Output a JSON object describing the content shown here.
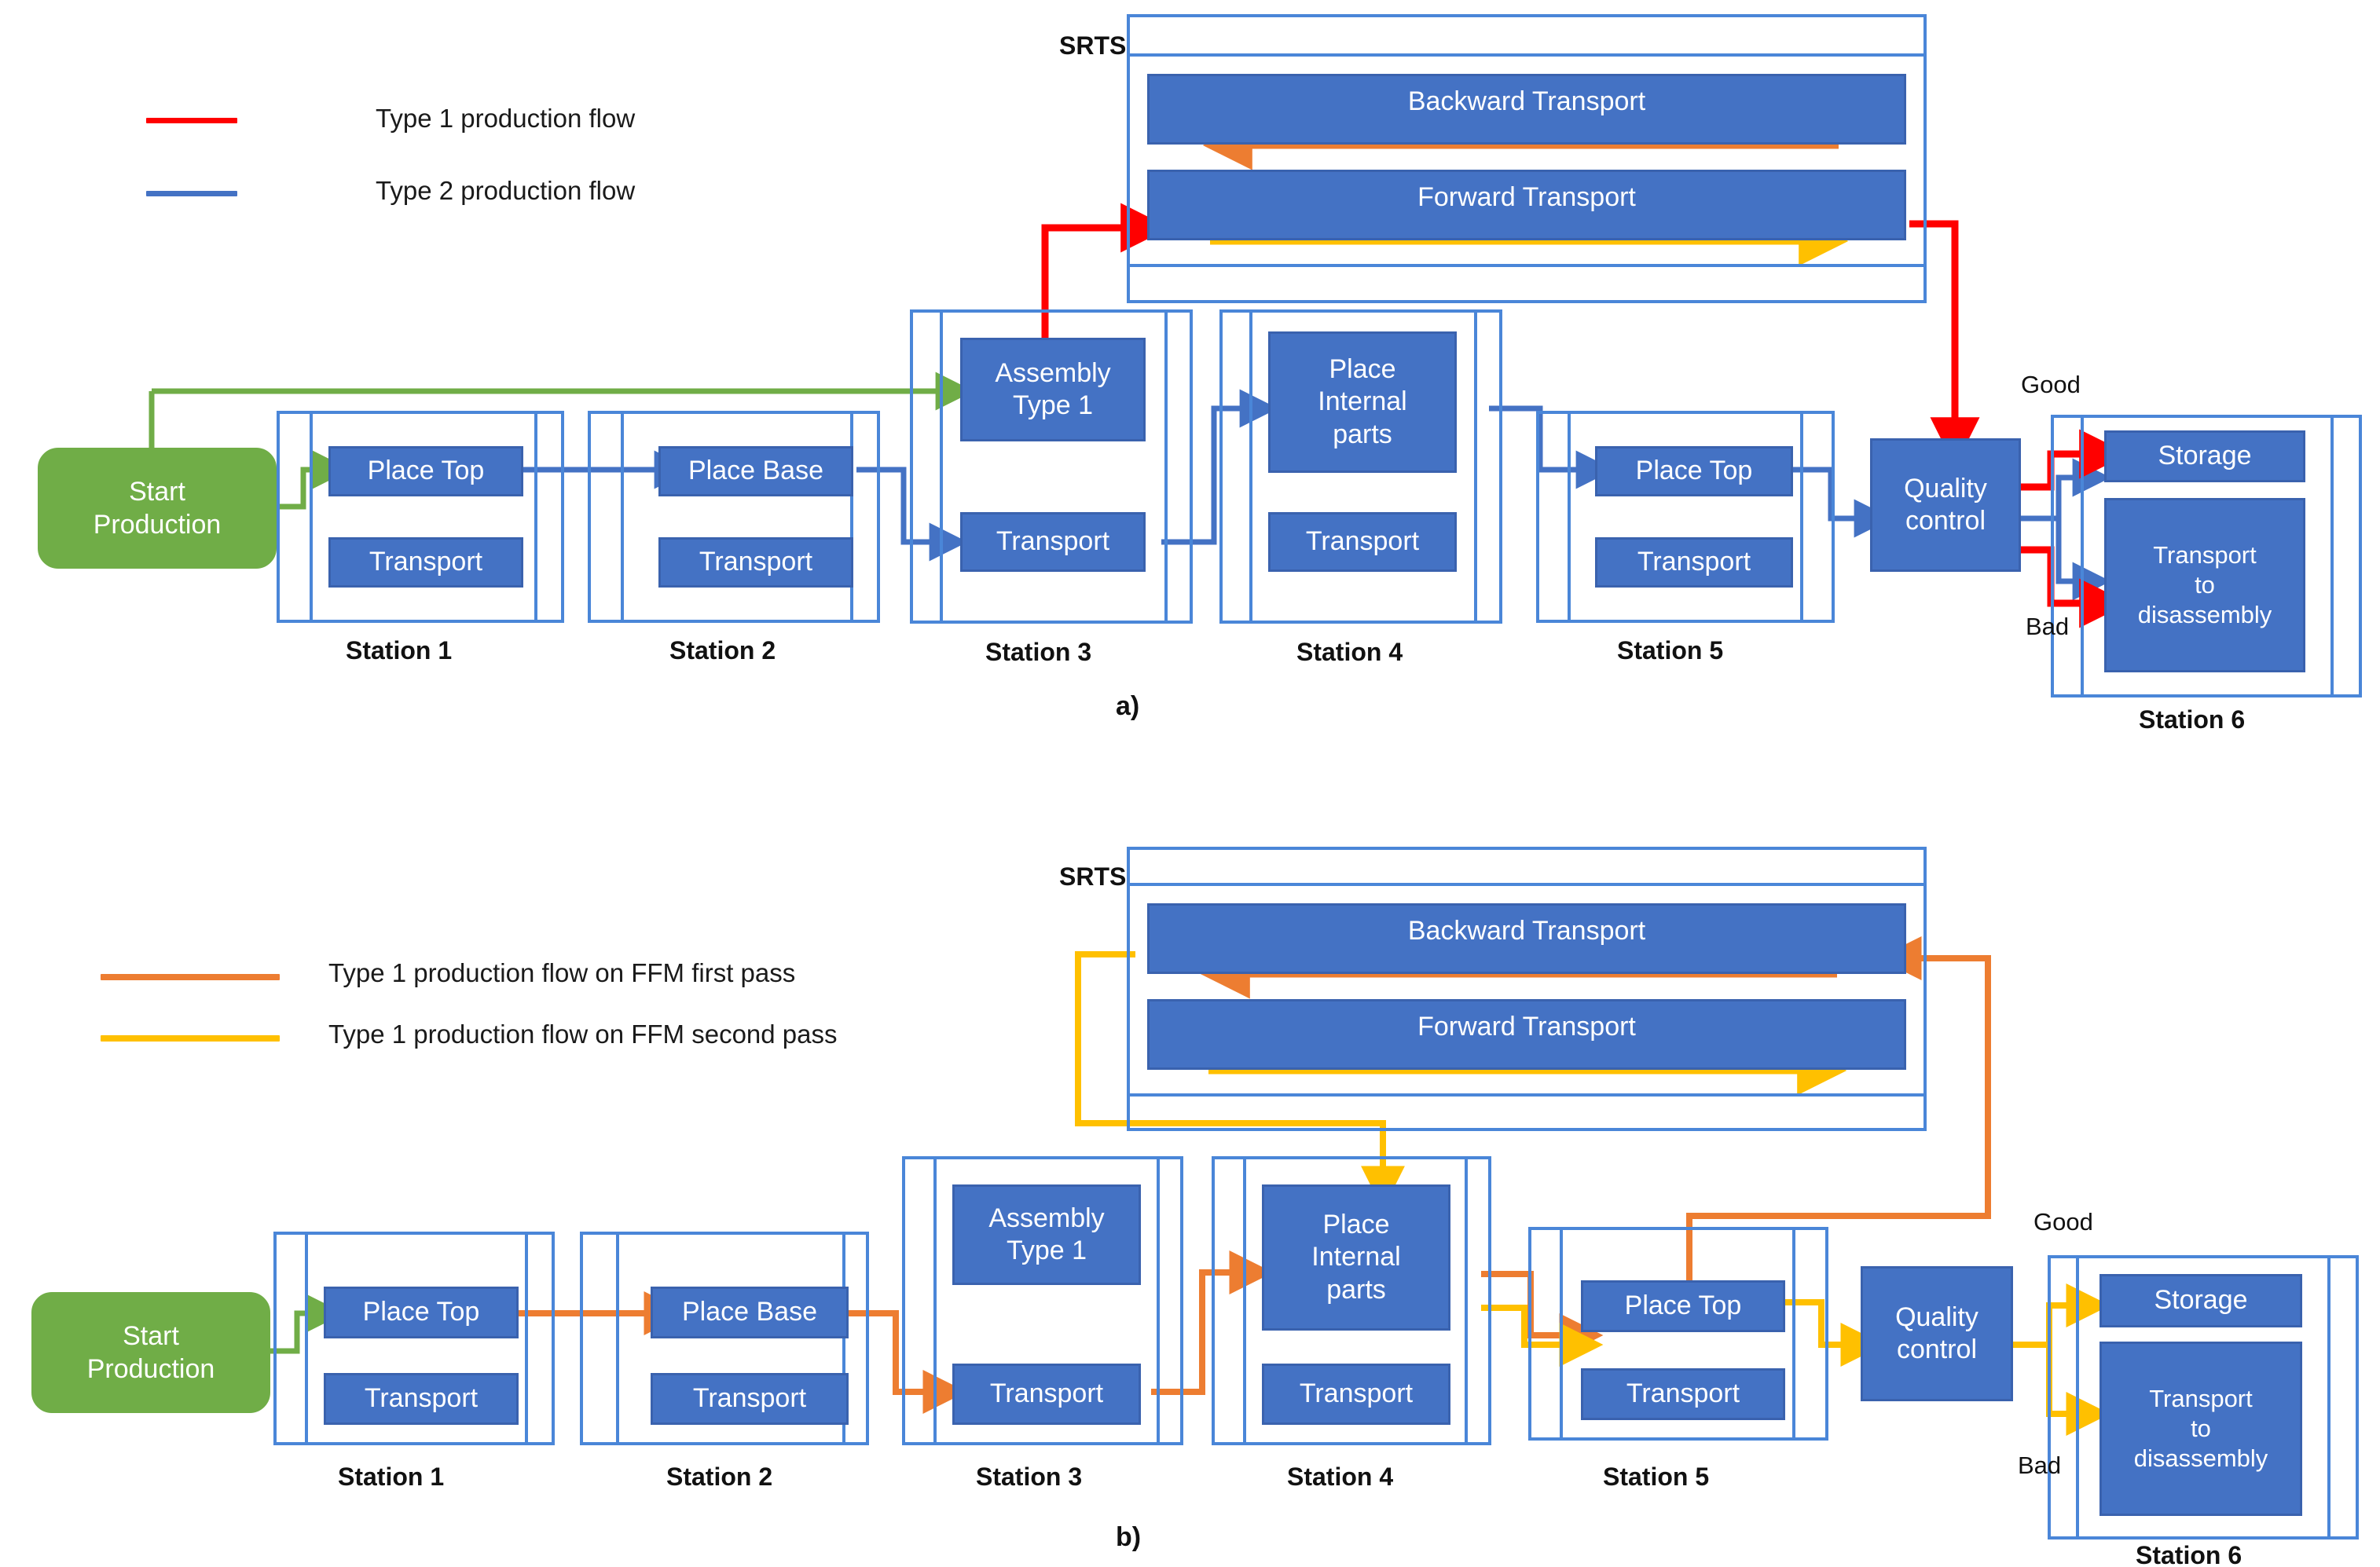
{
  "colors": {
    "process_blue": "#4472C4",
    "frame_blue": "#4A86D8",
    "start_green": "#70AD47",
    "type1_red": "#FF0000",
    "type2_blue": "#4472C4",
    "first_pass_orange": "#ED7D31",
    "second_pass_yellow": "#FFC000",
    "green_arrow": "#70AD47"
  },
  "panel_a": {
    "label": "a)",
    "legend": [
      {
        "color": "#FF0000",
        "text": "Type 1 production flow",
        "icon": "line-swatch"
      },
      {
        "color": "#4472C4",
        "text": "Type 2 production flow",
        "icon": "line-swatch"
      }
    ],
    "srts": {
      "label": "SRTS",
      "backward": "Backward Transport",
      "forward": "Forward Transport"
    },
    "start": {
      "line1": "Start",
      "line2": "Production"
    },
    "quality": {
      "line1": "Quality",
      "line2": "control"
    },
    "good_label": "Good",
    "bad_label": "Bad",
    "stations": [
      {
        "caption": "Station 1",
        "top": "Place Top",
        "bottom": "Transport"
      },
      {
        "caption": "Station 2",
        "top": "Place Base",
        "bottom": "Transport"
      },
      {
        "caption": "Station 3",
        "top": "Assembly Type 1",
        "bottom": "Transport"
      },
      {
        "caption": "Station 4",
        "top": "Place Internal parts",
        "bottom": "Transport"
      },
      {
        "caption": "Station 5",
        "top": "Place Top",
        "bottom": "Transport"
      },
      {
        "caption": "Station 6",
        "top": "Storage",
        "bottom": "Transport to disassembly"
      }
    ]
  },
  "panel_b": {
    "label": "b)",
    "legend": [
      {
        "color": "#ED7D31",
        "text": "Type 1 production flow on FFM first pass",
        "icon": "line-swatch"
      },
      {
        "color": "#FFC000",
        "text": "Type 1 production flow on FFM second pass",
        "icon": "line-swatch"
      }
    ],
    "srts": {
      "label": "SRTS",
      "backward": "Backward Transport",
      "forward": "Forward Transport"
    },
    "start": {
      "line1": "Start",
      "line2": "Production"
    },
    "quality": {
      "line1": "Quality",
      "line2": "control"
    },
    "good_label": "Good",
    "bad_label": "Bad",
    "stations": [
      {
        "caption": "Station 1",
        "top": "Place Top",
        "bottom": "Transport"
      },
      {
        "caption": "Station 2",
        "top": "Place Base",
        "bottom": "Transport"
      },
      {
        "caption": "Station 3",
        "top": "Assembly Type 1",
        "bottom": "Transport"
      },
      {
        "caption": "Station 4",
        "top": "Place Internal parts",
        "bottom": "Transport"
      },
      {
        "caption": "Station 5",
        "top": "Place Top",
        "bottom": "Transport"
      },
      {
        "caption": "Station 6",
        "top": "Storage",
        "bottom": "Transport to disassembly"
      }
    ]
  }
}
